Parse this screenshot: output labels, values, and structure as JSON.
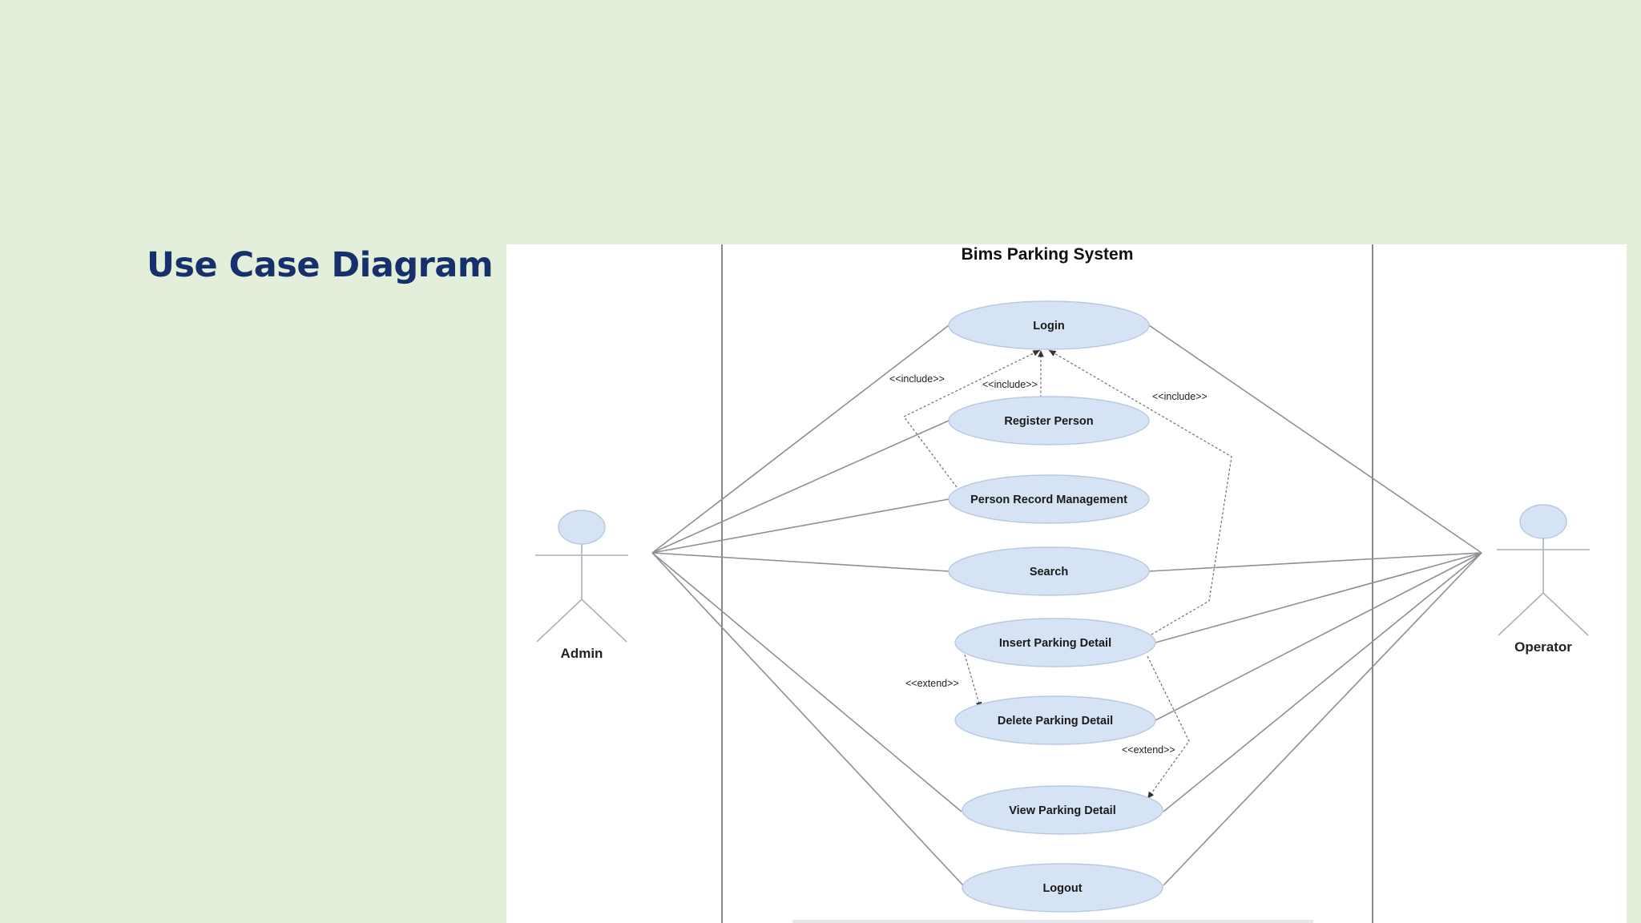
{
  "slide": {
    "title": "Use Case Diagram"
  },
  "diagram": {
    "system_title": "Bims Parking System",
    "actors": {
      "admin": "Admin",
      "operator": "Operator"
    },
    "use_cases": {
      "login": "Login",
      "register_person": "Register Person",
      "person_record_management": "Person Record Management",
      "search": "Search",
      "insert_parking_detail": "Insert Parking Detail",
      "delete_parking_detail": "Delete Parking Detail",
      "view_parking_detail": "View Parking Detail",
      "logout": "Logout"
    },
    "relationships": {
      "include_person_record": "<<include>>",
      "include_register": "<<include>>",
      "include_insert": "<<include>>",
      "extend_delete": "<<extend>>",
      "extend_view": "<<extend>>"
    },
    "colors": {
      "slide_background": "#e3efdb",
      "title": "#17306b",
      "use_case_fill": "#d6e3f5"
    }
  }
}
